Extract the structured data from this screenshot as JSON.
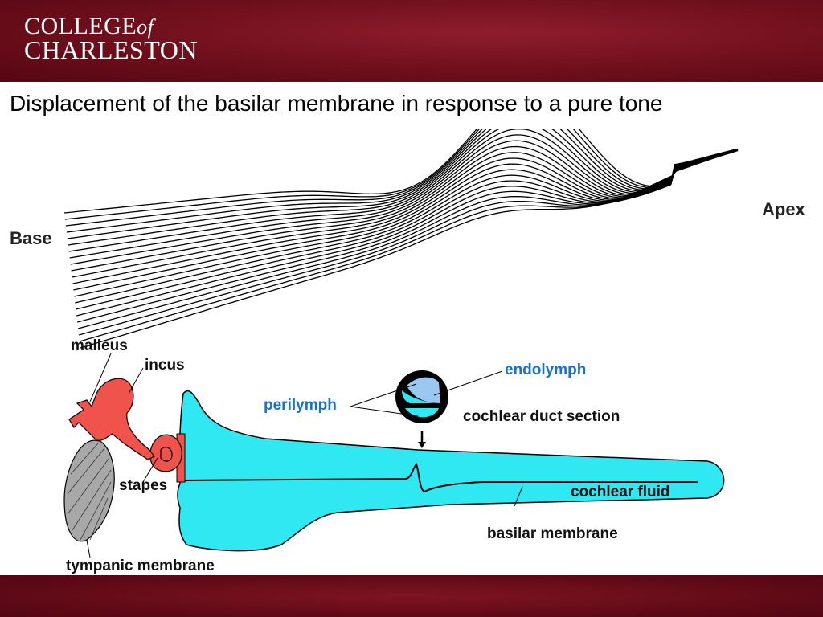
{
  "header": {
    "logo_line1": "COLLEGE",
    "logo_of": "of",
    "logo_line2": "CHARLESTON"
  },
  "slide": {
    "title": "Displacement of the basilar membrane in response to a pure tone"
  },
  "wave_figure": {
    "label_base": "Base",
    "label_apex": "Apex"
  },
  "ear_diagram": {
    "labels": {
      "malleus": "malleus",
      "incus": "incus",
      "stapes": "stapes",
      "tympanic": "tympanic membrane",
      "perilymph": "perilymph",
      "endolymph": "endolymph",
      "cochlear_duct": "cochlear duct section",
      "cochlear_fluid": "cochlear fluid",
      "basilar": "basilar membrane"
    },
    "colors": {
      "fluid": "#2fe8f2",
      "ossicles": "#f0524c",
      "tympanic": "#a8a8a8",
      "blue_label": "#1a6fd6"
    }
  }
}
